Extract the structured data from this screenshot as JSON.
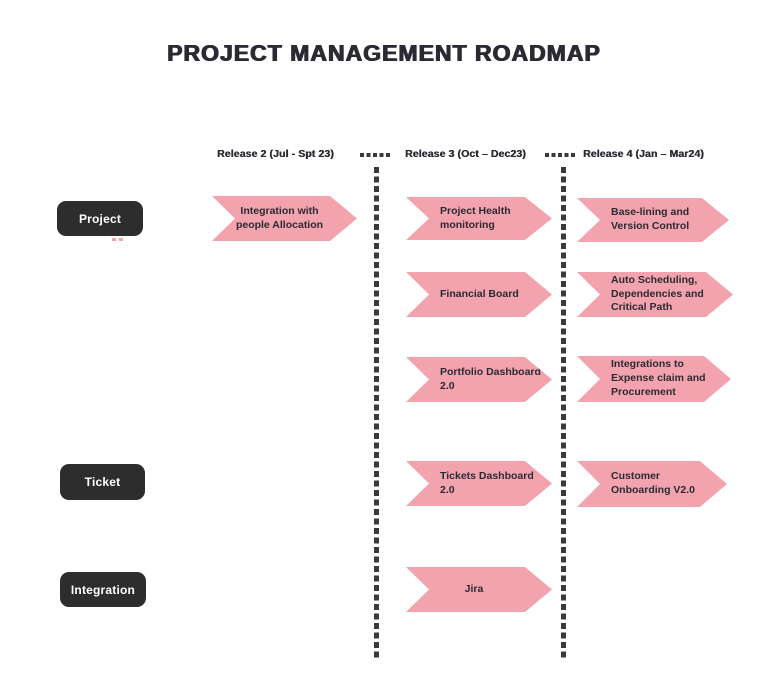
{
  "title": "PROJECT MANAGEMENT ROADMAP",
  "colors": {
    "arrow_pink": "#F2A3AE",
    "label_box_dark": "#2D2D2D",
    "text_dark": "#2B2A33",
    "label_text": "#FFFFFF",
    "dash_line": "#3A3A3A",
    "background": "#FFFFFF"
  },
  "columns": [
    {
      "label": "Release 2 (Jul - Spt 23)"
    },
    {
      "label": "Release 3 (Oct – Dec23)"
    },
    {
      "label": "Release 4 (Jan – Mar24)"
    }
  ],
  "lanes": [
    {
      "label": "Project"
    },
    {
      "label": "Ticket"
    },
    {
      "label": "Integration"
    }
  ],
  "arrows": [
    {
      "text": "Integration with\npeople Allocation",
      "lane": "Project",
      "column": "Release 2 (Jul - Spt 23)"
    },
    {
      "text": "Project Health\nmonitoring",
      "lane": "Project",
      "column": "Release 3 (Oct – Dec23)"
    },
    {
      "text": "Base-lining and\nVersion Control",
      "lane": "Project",
      "column": "Release 4 (Jan – Mar24)"
    },
    {
      "text": "Financial Board",
      "lane": "Project",
      "column": "Release 3 (Oct – Dec23)"
    },
    {
      "text": "Auto Scheduling,\nDependencies and\nCritical Path",
      "lane": "Project",
      "column": "Release 4 (Jan – Mar24)"
    },
    {
      "text": "Portfolio Dashboard\n2.0",
      "lane": "Project",
      "column": "Release 3 (Oct – Dec23)"
    },
    {
      "text": "Integrations to\nExpense claim and\nProcurement",
      "lane": "Project",
      "column": "Release 4 (Jan – Mar24)"
    },
    {
      "text": "Tickets Dashboard\n2.0",
      "lane": "Ticket",
      "column": "Release 3 (Oct – Dec23)"
    },
    {
      "text": "Customer\nOnboarding V2.0",
      "lane": "Ticket",
      "column": "Release 4 (Jan – Mar24)"
    },
    {
      "text": "Jira",
      "lane": "Integration",
      "column": "Release 3 (Oct – Dec23)"
    }
  ]
}
